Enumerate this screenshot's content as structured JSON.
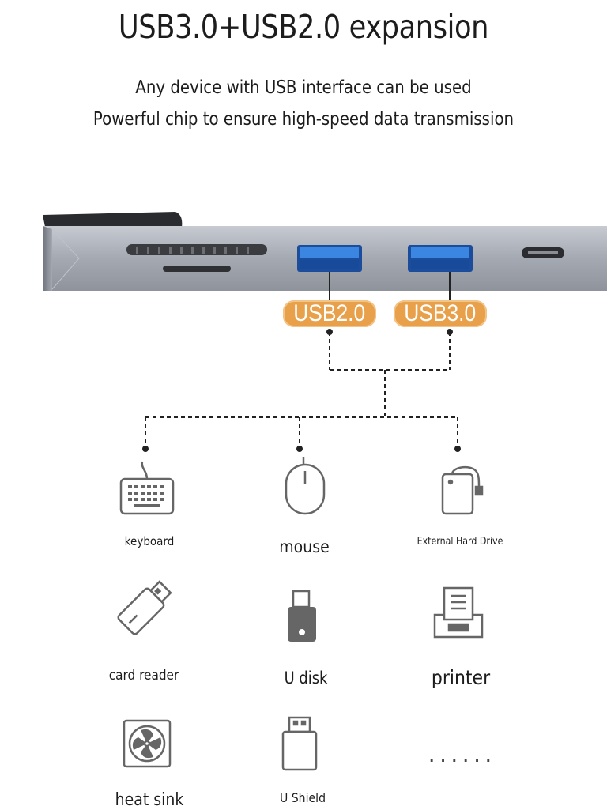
{
  "header": {
    "title": "USB3.0+USB2.0 expansion",
    "line1": "Any device with USB interface can be used",
    "line2": "Powerful chip to ensure high-speed data transmission"
  },
  "badges": {
    "usb2": "USB2.0",
    "usb3": "USB3.0"
  },
  "devices": {
    "keyboard": "keyboard",
    "mouse": "mouse",
    "hard_drive": "External Hard Drive",
    "card_reader": "card reader",
    "u_disk": "U disk",
    "printer": "printer",
    "heat_sink": "heat sink",
    "u_shield": "U Shield",
    "more": "......"
  },
  "colors": {
    "badge": "#e9a04a",
    "hub_body": "#a9adb6",
    "usb_port": "#2d6fd0",
    "icon_stroke": "#666666"
  }
}
